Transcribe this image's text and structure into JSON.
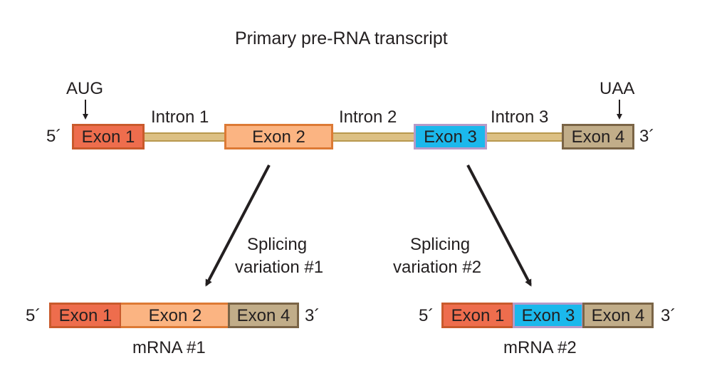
{
  "title": "Primary pre-RNA transcript",
  "colors": {
    "exon1_fill": "#ee6d4d",
    "exon1_border": "#c95a2c",
    "exon2_fill": "#fbb482",
    "exon2_border": "#dd7a35",
    "exon3_fill": "#1bb8ec",
    "exon3_border": "#b69ac8",
    "exon4_fill": "#c1ad89",
    "exon4_border": "#7a6446",
    "intron_fill": "#dcc084",
    "arrow": "#231f20"
  },
  "primary": {
    "five_prime": "5´",
    "three_prime": "3´",
    "start_codon": "AUG",
    "stop_codon": "UAA",
    "exons": [
      "Exon 1",
      "Exon 2",
      "Exon 3",
      "Exon 4"
    ],
    "introns": [
      "Intron 1",
      "Intron 2",
      "Intron 3"
    ]
  },
  "variations": [
    {
      "label_line1": "Splicing",
      "label_line2": "variation #1",
      "mrna": {
        "five_prime": "5´",
        "three_prime": "3´",
        "exons": [
          "Exon 1",
          "Exon 2",
          "Exon 4"
        ],
        "name": "mRNA #1"
      }
    },
    {
      "label_line1": "Splicing",
      "label_line2": "variation #2",
      "mrna": {
        "five_prime": "5´",
        "three_prime": "3´",
        "exons": [
          "Exon 1",
          "Exon 3",
          "Exon 4"
        ],
        "name": "mRNA #2"
      }
    }
  ]
}
